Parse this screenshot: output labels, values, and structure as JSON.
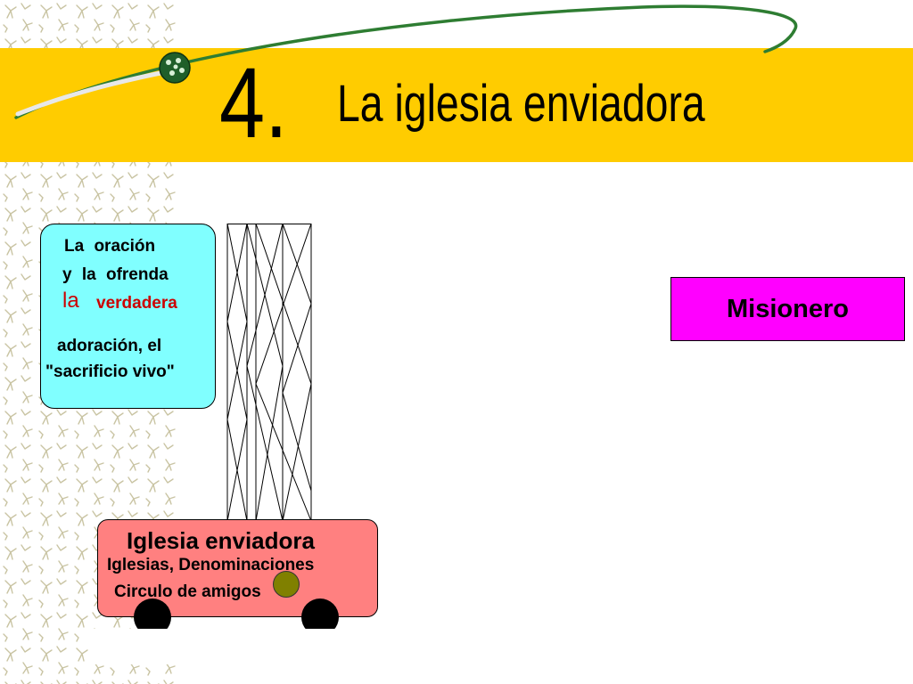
{
  "slide": {
    "number": "4.",
    "title": "La iglesia enviadora"
  },
  "prayer_box": {
    "line1": "La oración",
    "line2": "y la ofrenda",
    "line3_a": "la",
    "line3_b": "verdadera",
    "line4": "adoración, el",
    "line5": "\"sacrificio vivo\""
  },
  "church_box": {
    "title": "Iglesia enviadora",
    "line2": "Iglesias, Denominaciones",
    "line3": "Circulo de amigos"
  },
  "missionary_box": {
    "label": "Misionero"
  },
  "colors": {
    "banner": "#ffcc00",
    "prayer_box": "#80ffff",
    "church_box": "#ff8080",
    "missionary_box": "#ff00ff",
    "highlight_text": "#cc0000",
    "wheel": "#000000",
    "olive_dot": "#808000",
    "curve": "#2e7d32"
  },
  "icons": {
    "bullet": "green-dotted-orb-icon",
    "texture": "stick-figure-pattern"
  }
}
